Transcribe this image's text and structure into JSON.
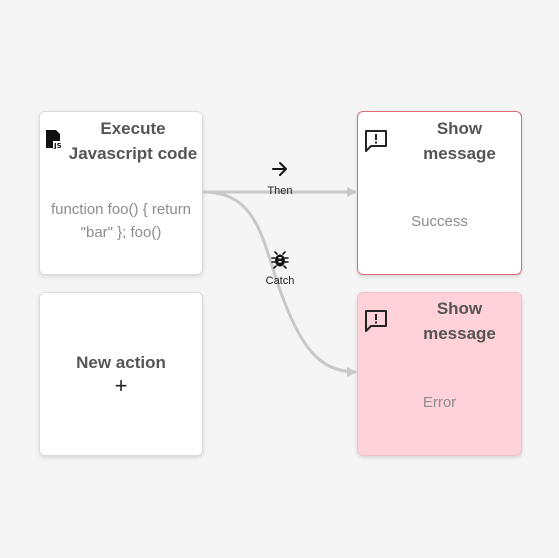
{
  "nodes": {
    "execute": {
      "title": "Execute Javascript code",
      "code": "function foo() { return \"bar\" }; foo()",
      "icon": "javascript-file-icon"
    },
    "new_action": {
      "title": "New action",
      "plus": "+"
    },
    "success_message": {
      "title": "Show message",
      "body": "Success",
      "icon": "message-alert-icon"
    },
    "error_message": {
      "title": "Show message",
      "body": "Error",
      "icon": "message-alert-icon"
    }
  },
  "edges": {
    "then": {
      "label": "Then",
      "icon": "arrow-right-icon"
    },
    "catch": {
      "label": "Catch",
      "icon": "bug-icon"
    }
  },
  "colors": {
    "canvas": "#f5f5f5",
    "card_border": "#dcdcdc",
    "success_border": "#e06a7c",
    "error_fill": "#ffd1d8",
    "connector": "#c8c8c8"
  }
}
